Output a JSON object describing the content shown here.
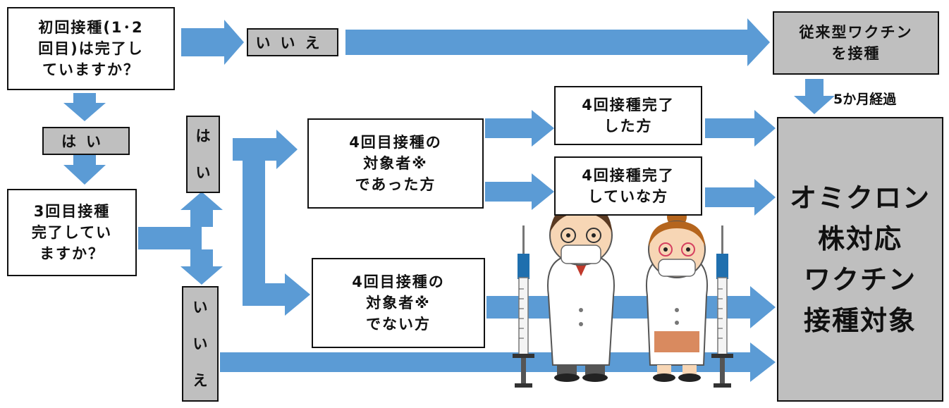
{
  "nodes": {
    "q_initial": "初回接種(1･2\n回目)は完了し\nていますか？",
    "yes_1": "はい",
    "no_1": "いいえ",
    "q_third": "3回目接種\n完了してい\nますか？",
    "yes_2": "は\nい",
    "no_2": "い\nい\nえ",
    "eligible_4th": "4回目接種の\n対象者※\nであった方",
    "not_eligible_4th": "4回目接種の\n対象者※\nでない方",
    "done_4th": "4回接種完了\nした方",
    "not_done_4th": "4回接種完了\nしていな方",
    "conventional": "従来型ワクチン\nを接種",
    "omicron": "オミクロン\n株対応\nワクチン\n接種対象"
  },
  "labels": {
    "five_months": "5か月経過"
  },
  "colors": {
    "arrow": "#5b9bd5",
    "label_fill": "#bfbfbf",
    "border": "#111111"
  },
  "illustration": "two-masked-doctors-with-syringes"
}
